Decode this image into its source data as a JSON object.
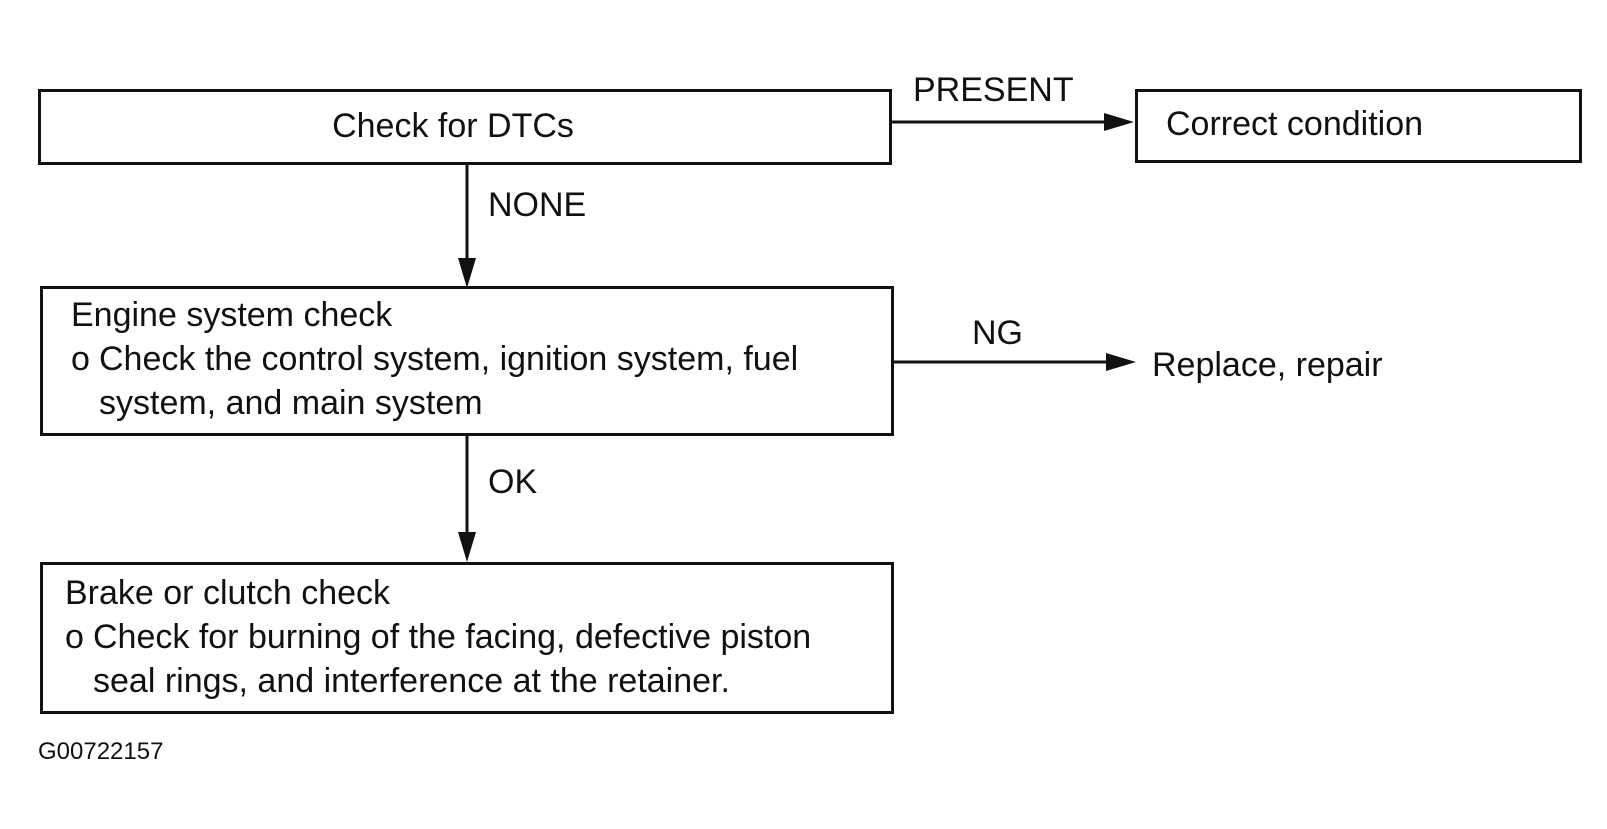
{
  "nodes": {
    "check_dtcs": {
      "title": "Check for DTCs"
    },
    "correct_condition": {
      "title": "Correct condition"
    },
    "engine_check": {
      "title": "Engine system check",
      "bullet": "o",
      "detail": "Check the control system, ignition system, fuel system, and main system"
    },
    "replace_repair": {
      "title": "Replace, repair"
    },
    "brake_check": {
      "title": "Brake or clutch check",
      "bullet": "o",
      "detail": "Check for burning of the facing, defective piston seal rings, and interference at the retainer."
    }
  },
  "edges": {
    "present": "PRESENT",
    "none": "NONE",
    "ng": "NG",
    "ok": "OK"
  },
  "figure_id": "G00722157"
}
